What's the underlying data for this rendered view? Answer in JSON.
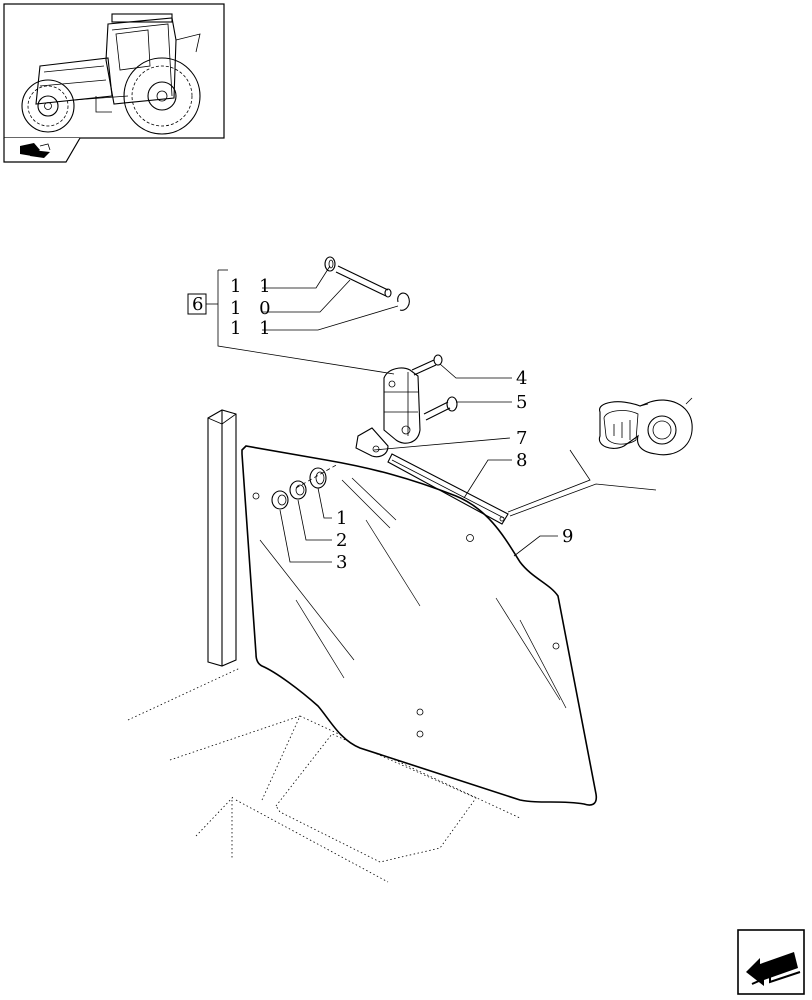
{
  "callouts": {
    "c1": "1",
    "c2": "2",
    "c3": "3",
    "c4": "4",
    "c5": "5",
    "c6": "6",
    "c7": "7",
    "c8": "8",
    "c9": "9",
    "c10": "1 0",
    "c11a": "1 1",
    "c11b": "1 1"
  },
  "icons": {
    "thumbnail": "tractor-with-cab-icon",
    "section": "cab-section-icon",
    "nav": "return-arrow-icon"
  }
}
